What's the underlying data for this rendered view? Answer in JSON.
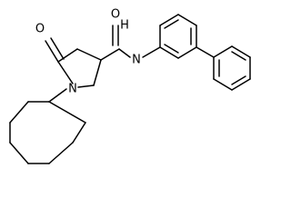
{
  "atom_labels": {
    "carbonyl_oxygen_top": "O",
    "amide_nitrogen": "N",
    "lactam_oxygen": "O",
    "ring_nitrogen": "N",
    "amide_hydrogen": "H"
  }
}
